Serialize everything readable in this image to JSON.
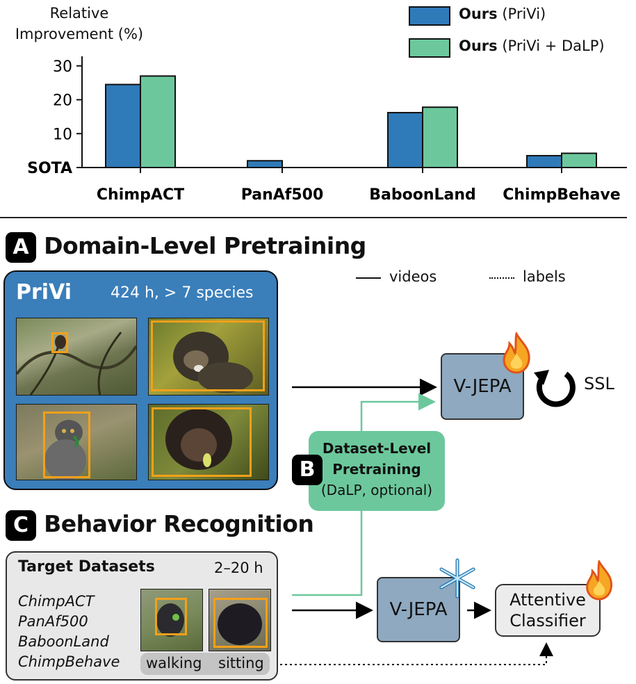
{
  "chart_data": {
    "type": "bar",
    "ylabel_line1": "Relative",
    "ylabel_line2": "Improvement (%)",
    "baseline_label": "SOTA",
    "yticks": [
      10,
      20,
      30
    ],
    "ylim": [
      0,
      32
    ],
    "categories": [
      "ChimpACT",
      "PanAf500",
      "BaboonLand",
      "ChimpBehave"
    ],
    "series": [
      {
        "name": "Ours (PriVi)",
        "name_bold": "Ours",
        "name_rest": " (PriVi)",
        "color": "#2f7ab9",
        "values": [
          24.5,
          2.0,
          16.2,
          3.5
        ]
      },
      {
        "name": "Ours (PriVi + DaLP)",
        "name_bold": "Ours",
        "name_rest": " (PriVi + DaLP)",
        "color": "#6cc89c",
        "values": [
          27.0,
          null,
          17.8,
          4.2
        ]
      }
    ],
    "legend_position": "top-right",
    "grid": false
  },
  "sections": {
    "a_badge": "A",
    "a_title": "Domain-Level Pretraining",
    "b_badge": "B",
    "c_badge": "C",
    "c_title": "Behavior Recognition"
  },
  "legend_lines": {
    "videos": "videos",
    "labels": "labels"
  },
  "privi": {
    "name": "PriVi",
    "info": "424 h, > 7 species"
  },
  "vjepa_top": {
    "label": "V-JEPA",
    "ssl": "SSL"
  },
  "dalp": {
    "line1": "Dataset-Level",
    "line2": "Pretraining",
    "line3": "(DaLP, optional)"
  },
  "target": {
    "title": "Target Datasets",
    "hours": "2–20 h",
    "datasets": [
      "ChimpACT",
      "PanAf500",
      "BaboonLand",
      "ChimpBehave"
    ],
    "labels": [
      "walking",
      "sitting"
    ]
  },
  "vjepa_bottom": {
    "label": "V-JEPA"
  },
  "classifier": {
    "line1": "Attentive",
    "line2": "Classifier"
  },
  "colors": {
    "blue": "#2f7ab9",
    "green": "#6cc89c",
    "bbox": "#f5a01a",
    "vjepa": "#8ea9c0"
  }
}
